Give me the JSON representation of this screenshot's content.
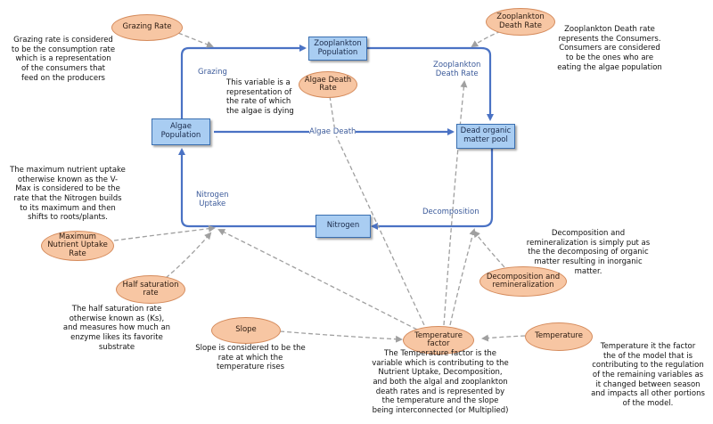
{
  "stocks": {
    "algae": "Algae\nPopulation",
    "zooplankton": "Zooplankton\nPopulation",
    "dead_organic": "Dead organic\nmatter pool",
    "nitrogen": "Nitrogen"
  },
  "flows": {
    "grazing": "Grazing",
    "algae_death": "Algae Death",
    "zooplankton_death_rate": "Zooplankton\nDeath Rate",
    "decomposition": "Decomposition",
    "nitrogen_uptake": "Nitrogen\nUptake"
  },
  "variables": {
    "grazing_rate": "Grazing Rate",
    "zooplankton_death_rate": "Zooplankton\nDeath Rate",
    "algae_death_rate": "Algae Death\nRate",
    "max_nutrient_uptake_rate": "Maximum\nNutrient Uptake\nRate",
    "half_saturation_rate": "Half saturation\nrate",
    "slope": "Slope",
    "temperature_factor": "Temperature\nfactor",
    "decomposition_remineralization": "Decomposition and\nremineralization",
    "temperature": "Temperature"
  },
  "notes": {
    "grazing_rate": "Grazing rate is considered\nto be the consumption rate\nwhich is a representation\nof the consumers that\nfeed on the producers",
    "zooplankton_death": "Zooplankton Death rate\nrepresents the Consumers.\nConsumers are considered\nto be the ones who are\neating the algae population",
    "algae_death": "This variable is a\nrepresentation of\nthe rate of which\nthe algae is dying",
    "max_nutrient": "The maximum nutrient uptake\notherwise known as the V-\nMax  is considered to be the\nrate that the Nitrogen builds\nto its maximum and then\nshifts to roots/plants.",
    "decomposition": "Decomposition and\nremineralization is simply put as\nthe the decomposing of organic\nmatter resulting in inorganic\nmatter.",
    "half_saturation": "The half saturation rate\notherwise known as (Ks),\nand measures how much an\nenzyme likes its favorite\nsubstrate",
    "slope": "Slope is considered to be the\nrate at which the\ntemperature rises",
    "temperature_factor": "The Temperature factor is the\nvariable which is contributing to the\nNutrient Uptake, Decomposition,\nand both the algal and zooplankton\ndeath rates and is represented by\nthe temperature and the slope\nbeing interconnected (or Multiplied)",
    "temperature": "Temperature it the factor\nthe of the model that is\ncontributing to the regulation\nof the remaining variables as\nit changed between season\nand impacts all other portions\nof the model."
  },
  "colors": {
    "flow": "#4a72c4",
    "link": "#a0a0a0",
    "stock_fill": "#a9cdf2",
    "variable_fill": "#f7c6a3"
  }
}
